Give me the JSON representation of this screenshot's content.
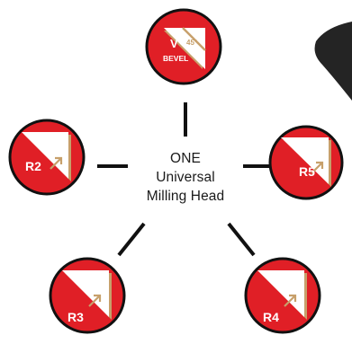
{
  "center": {
    "line1": "ONE",
    "line2": "Universal",
    "line3": "Milling Head"
  },
  "badges": {
    "bevel": {
      "label": "V",
      "sublabel": "BEVEL",
      "angle": "45°"
    },
    "r2": {
      "label": "R2"
    },
    "r3": {
      "label": "R3"
    },
    "r4": {
      "label": "R4"
    },
    "r5": {
      "label": "R5"
    }
  },
  "colors": {
    "badge_red": "#e01f26",
    "badge_border": "#111111",
    "tile_white": "#ffffff",
    "accent_gold": "#c7a06b",
    "connector": "#111111"
  }
}
